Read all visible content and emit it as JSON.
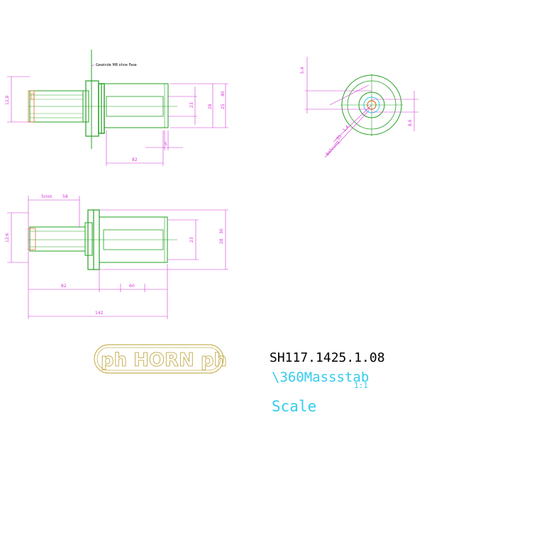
{
  "drawing": {
    "note_top": "Gewinde M8 ohne Fase",
    "dimensions": {
      "view1_left_dia": "12,8",
      "view1_right_small": "23",
      "view1_right_mid": "28",
      "view1_right_d2": "25",
      "view1_right_d1": "40",
      "view1_bottom_len": "82",
      "view1_bottom_small": "5",
      "view2_left_dia": "12,6",
      "view2_top_a": "5mm",
      "view2_top_b": "58",
      "view2_right_small": "23",
      "view2_right_mid": "28",
      "view2_right_d": "30",
      "view2_bottom_a": "82",
      "view2_bottom_b": "60",
      "view2_bottom_total": "142",
      "end_view_top": "5,4",
      "end_view_right": "8,6",
      "end_view_angle1": "1,4",
      "end_view_angle2": "35",
      "end_view_diag": "Bohrung"
    },
    "part_number": "SH117.1425.1.08",
    "scale_label_1": "\\360Massstab",
    "scale_ratio": "1:1",
    "scale_label_2": "Scale",
    "logo": "ph HORN ph"
  },
  "colors": {
    "dimension": "#d633d6",
    "part": "#22a022",
    "accent_cyan": "#33ccee",
    "logo": "#c8b25a",
    "edge_orange": "#e07020"
  }
}
